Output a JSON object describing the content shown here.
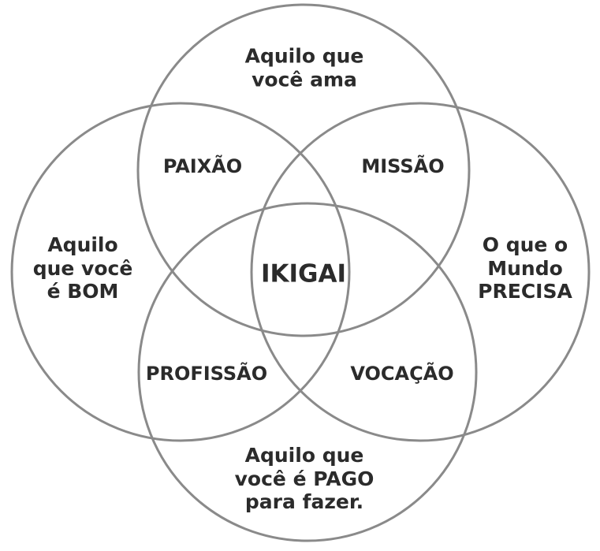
{
  "diagram": {
    "stroke_color": "#8a8a8a",
    "text_color": "#2b2b2b",
    "circles": [
      {
        "label": "Aquilo que\nvocê ama"
      },
      {
        "label": "Aquilo\nque você\né BOM"
      },
      {
        "label": "O que o\nMundo\nPRECISA"
      },
      {
        "label": "Aquilo que\nvocê é PAGO\npara fazer."
      }
    ],
    "intersections": {
      "paixao": "PAIXÃO",
      "missao": "MISSÃO",
      "profissao": "PROFISSÃO",
      "vocacao": "VOCAÇÃO"
    },
    "center": "IKIGAI"
  }
}
